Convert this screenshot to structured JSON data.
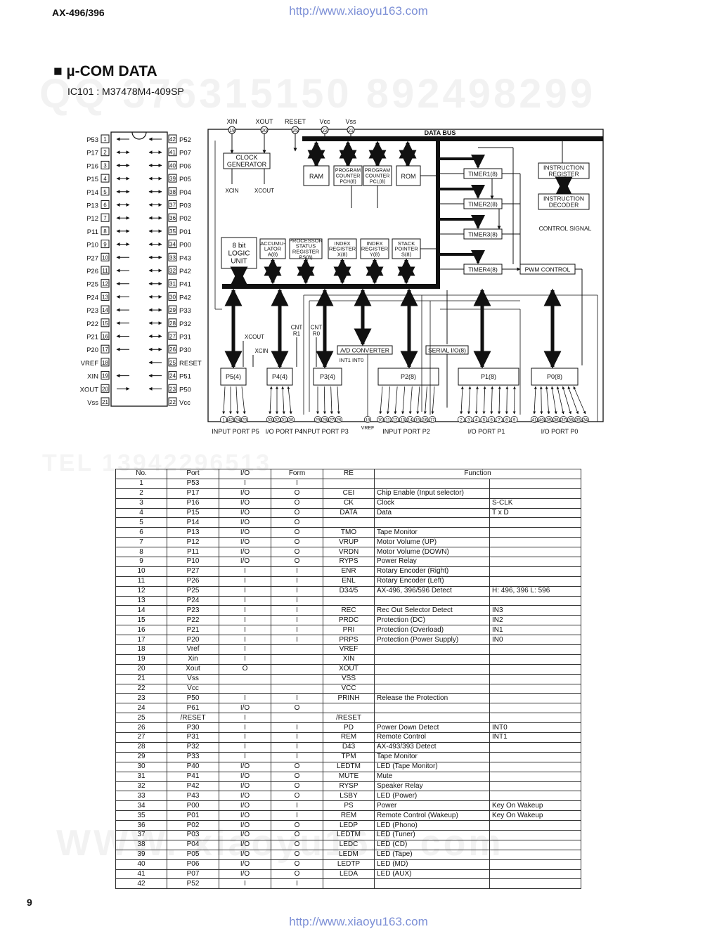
{
  "header": {
    "model": "AX-496/396",
    "url": "http://www.xiaoyu163.com"
  },
  "section": {
    "title": "■ µ-COM DATA",
    "ic": "IC101 : M37478M4-409SP"
  },
  "watermarks": [
    "QQ 376315150  892498299",
    "WWW. xiaoyu163. com",
    "TEL 13942296513"
  ],
  "ic_pins_left": [
    "P53",
    "P17",
    "P16",
    "P15",
    "P14",
    "P13",
    "P12",
    "P11",
    "P10",
    "P27",
    "P26",
    "P25",
    "P24",
    "P23",
    "P22",
    "P21",
    "P20",
    "VREF",
    "XIN",
    "XOUT",
    "Vss"
  ],
  "ic_pins_right": [
    "P52",
    "P07",
    "P06",
    "P05",
    "P04",
    "P03",
    "P02",
    "P01",
    "P00",
    "P43",
    "P42",
    "P41",
    "P42",
    "P33",
    "P32",
    "P31",
    "P30",
    "RESET",
    "P51",
    "P50",
    "Vcc"
  ],
  "diagram": {
    "top_pins": [
      {
        "label": "XIN",
        "num": "19"
      },
      {
        "label": "XOUT",
        "num": "20"
      },
      {
        "label": "RESET",
        "num": "25"
      },
      {
        "label": "Vcc",
        "num": "22"
      },
      {
        "label": "Vss",
        "num": "21"
      }
    ],
    "data_bus": "DATA BUS",
    "clock_generator": [
      "CLOCK",
      "GENERATOR"
    ],
    "xcin": "XCIN",
    "xcout": "XCOUT",
    "ram": "RAM",
    "pc_h": [
      "PROGRAM",
      "COUNTER",
      "PCH(8)"
    ],
    "pc_l": [
      "PROGRAM",
      "COUNTER",
      "PCL(8)"
    ],
    "rom": "ROM",
    "timer1": "TIMER1(8)",
    "timer2": "TIMER2(8)",
    "timer3": "TIMER3(8)",
    "timer4": "TIMER4(8)",
    "instr_reg": [
      "INSTRUCTION",
      "REGISTER"
    ],
    "instr_dec": [
      "INSTRUCTION",
      "DECODER"
    ],
    "control_signal": "CONTROL SIGNAL",
    "pwm": "PWM CONTROL",
    "logic": [
      "8 bit",
      "LOGIC",
      "UNIT"
    ],
    "accum": [
      "ACCUMU-",
      "LATOR",
      "A(8)"
    ],
    "psr": [
      "PROCESSOR",
      "STATUS",
      "REGISTER",
      "PS(8)"
    ],
    "idx_x": [
      "INDEX",
      "REGISTER",
      "X(8)"
    ],
    "idx_y": [
      "INDEX",
      "REGISTER",
      "Y(8)"
    ],
    "stack": [
      "STACK",
      "POINTER",
      "S(8)"
    ],
    "cnt_r1": [
      "CNT",
      "R1"
    ],
    "cnt_r0": [
      "CNT",
      "R0"
    ],
    "xcout2": "XCOUT",
    "xcin2": "XCIN",
    "adc": "A/D CONVERTER",
    "int_labels": "INT1  INT0",
    "serial": "SERIAL I/O(8)",
    "ports": [
      "P5(4)",
      "P4(4)",
      "P3(4)",
      "P2(8)",
      "P1(8)",
      "P0(8)"
    ],
    "vref": "VREF",
    "vref_num": "18",
    "pin_nums_p5": [
      "1",
      "42",
      "24",
      "23"
    ],
    "pin_nums_p4": [
      "33",
      "32",
      "31",
      "30"
    ],
    "pin_nums_p3": [
      "29",
      "28",
      "27",
      "26"
    ],
    "pin_nums_p2": [
      "10",
      "11",
      "12",
      "13",
      "14",
      "15",
      "16",
      "17"
    ],
    "pin_nums_p1": [
      "2",
      "3",
      "4",
      "5",
      "6",
      "7",
      "8",
      "9"
    ],
    "pin_nums_p0": [
      "41",
      "40",
      "39",
      "38",
      "37",
      "36",
      "35",
      "34"
    ],
    "port_names": [
      "INPUT PORT P5",
      "I/O PORT P4",
      "INPUT PORT P3",
      "INPUT PORT P2",
      "I/O PORT P1",
      "I/O PORT P0"
    ]
  },
  "table": {
    "headers": [
      "No.",
      "Port",
      "I/O",
      "Form",
      "RE",
      "Function"
    ],
    "rows": [
      [
        "1",
        "P53",
        "I",
        "I",
        "",
        "",
        ""
      ],
      [
        "2",
        "P17",
        "I/O",
        "O",
        "CEI",
        "Chip Enable (Input selector)",
        ""
      ],
      [
        "3",
        "P16",
        "I/O",
        "O",
        "CK",
        "Clock",
        "S-CLK"
      ],
      [
        "4",
        "P15",
        "I/O",
        "O",
        "DATA",
        "Data",
        "T x D"
      ],
      [
        "5",
        "P14",
        "I/O",
        "O",
        "",
        "",
        ""
      ],
      [
        "6",
        "P13",
        "I/O",
        "O",
        "TMO",
        "Tape Monitor",
        ""
      ],
      [
        "7",
        "P12",
        "I/O",
        "O",
        "VRUP",
        "Motor Volume (UP)",
        ""
      ],
      [
        "8",
        "P11",
        "I/O",
        "O",
        "VRDN",
        "Motor Volume (DOWN)",
        ""
      ],
      [
        "9",
        "P10",
        "I/O",
        "O",
        "RYPS",
        "Power Relay",
        ""
      ],
      [
        "10",
        "P27",
        "I",
        "I",
        "ENR",
        "Rotary Encoder (Right)",
        ""
      ],
      [
        "11",
        "P26",
        "I",
        "I",
        "ENL",
        "Rotary Encoder (Left)",
        ""
      ],
      [
        "12",
        "P25",
        "I",
        "I",
        "D34/5",
        "AX-496, 396/596 Detect",
        "H: 496, 396  L: 596"
      ],
      [
        "13",
        "P24",
        "I",
        "I",
        "",
        "",
        ""
      ],
      [
        "14",
        "P23",
        "I",
        "I",
        "REC",
        "Rec Out Selector Detect",
        "IN3"
      ],
      [
        "15",
        "P22",
        "I",
        "I",
        "PRDC",
        "Protection (DC)",
        "IN2"
      ],
      [
        "16",
        "P21",
        "I",
        "I",
        "PRI",
        "Protection (Overload)",
        "IN1"
      ],
      [
        "17",
        "P20",
        "I",
        "I",
        "PRPS",
        "Protection (Power Supply)",
        "IN0"
      ],
      [
        "18",
        "Vref",
        "I",
        "",
        "VREF",
        "",
        ""
      ],
      [
        "19",
        "Xin",
        "I",
        "",
        "XIN",
        "",
        ""
      ],
      [
        "20",
        "Xout",
        "O",
        "",
        "XOUT",
        "",
        ""
      ],
      [
        "21",
        "Vss",
        "",
        "",
        "VSS",
        "",
        ""
      ],
      [
        "22",
        "Vcc",
        "",
        "",
        "VCC",
        "",
        ""
      ],
      [
        "23",
        "P50",
        "I",
        "I",
        "PRINH",
        "Release the Protection",
        ""
      ],
      [
        "24",
        "P61",
        "I/O",
        "O",
        "",
        "",
        ""
      ],
      [
        "25",
        "/RESET",
        "I",
        "",
        "/RESET",
        "",
        ""
      ],
      [
        "26",
        "P30",
        "I",
        "I",
        "PD",
        "Power Down Detect",
        "INT0"
      ],
      [
        "27",
        "P31",
        "I",
        "I",
        "REM",
        "Remote Control",
        "INT1"
      ],
      [
        "28",
        "P32",
        "I",
        "I",
        "D43",
        "AX-493/393 Detect",
        ""
      ],
      [
        "29",
        "P33",
        "I",
        "I",
        "TPM",
        "Tape Monitor",
        ""
      ],
      [
        "30",
        "P40",
        "I/O",
        "O",
        "LEDTM",
        "LED (Tape Monitor)",
        ""
      ],
      [
        "31",
        "P41",
        "I/O",
        "O",
        "MUTE",
        "Mute",
        ""
      ],
      [
        "32",
        "P42",
        "I/O",
        "O",
        "RYSP",
        "Speaker Relay",
        ""
      ],
      [
        "33",
        "P43",
        "I/O",
        "O",
        "LSBY",
        "LED (Power)",
        ""
      ],
      [
        "34",
        "P00",
        "I/O",
        "I",
        "PS",
        "Power",
        "Key On Wakeup"
      ],
      [
        "35",
        "P01",
        "I/O",
        "I",
        "REM",
        "Remote Control (Wakeup)",
        "Key On Wakeup"
      ],
      [
        "36",
        "P02",
        "I/O",
        "O",
        "LEDP",
        "LED (Phono)",
        ""
      ],
      [
        "37",
        "P03",
        "I/O",
        "O",
        "LEDTM",
        "LED (Tuner)",
        ""
      ],
      [
        "38",
        "P04",
        "I/O",
        "O",
        "LEDC",
        "LED (CD)",
        ""
      ],
      [
        "39",
        "P05",
        "I/O",
        "O",
        "LEDM",
        "LED (Tape)",
        ""
      ],
      [
        "40",
        "P06",
        "I/O",
        "O",
        "LEDTP",
        "LED (MD)",
        ""
      ],
      [
        "41",
        "P07",
        "I/O",
        "O",
        "LEDA",
        "LED (AUX)",
        ""
      ],
      [
        "42",
        "P52",
        "I",
        "I",
        "",
        "",
        ""
      ]
    ]
  },
  "footer": {
    "page": "9",
    "url": "http://www.xiaoyu163.com"
  }
}
